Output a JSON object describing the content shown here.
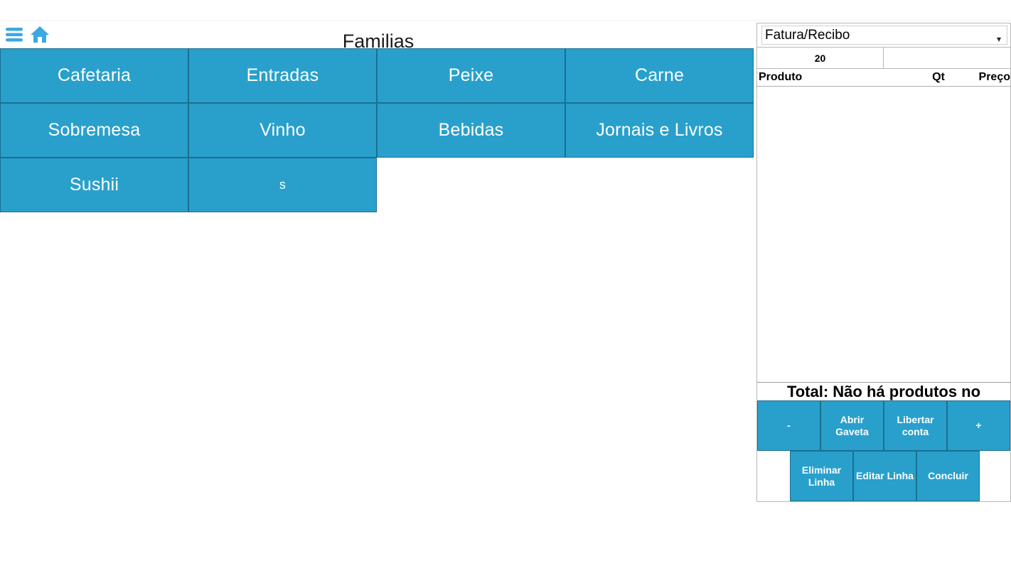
{
  "header": {
    "menu_icon": "hamburger-menu-icon",
    "home_icon": "home-icon",
    "title": "Familias",
    "icon_color": "#3ba9e0"
  },
  "families": {
    "accent_color": "#29a0cc",
    "border_color": "#1b6f8f",
    "items": [
      {
        "label": "Cafetaria",
        "small": false
      },
      {
        "label": "Entradas",
        "small": false
      },
      {
        "label": "Peixe",
        "small": false
      },
      {
        "label": "Carne",
        "small": false
      },
      {
        "label": "Sobremesa",
        "small": false
      },
      {
        "label": "Vinho",
        "small": false
      },
      {
        "label": "Bebidas",
        "small": false
      },
      {
        "label": "Jornais e Livros",
        "small": false
      },
      {
        "label": "Sushii",
        "small": false
      },
      {
        "label": "s",
        "small": true
      }
    ]
  },
  "order_panel": {
    "document_type": {
      "selected": "Fatura/Recibo",
      "options": [
        "Fatura/Recibo"
      ]
    },
    "meta": {
      "table_number": "20",
      "right_cell": ""
    },
    "columns": {
      "produto": "Produto",
      "qt": "Qt",
      "preco": "Preço"
    },
    "rows": [],
    "total_text": "Total: Não há produtos no",
    "actions_row1": [
      {
        "label": "-",
        "name": "decrement-quantity-button",
        "blank": false
      },
      {
        "label": "Abrir Gaveta",
        "name": "open-drawer-button",
        "blank": false
      },
      {
        "label": "Libertar conta",
        "name": "release-account-button",
        "blank": false
      },
      {
        "label": "+",
        "name": "increment-quantity-button",
        "blank": false
      }
    ],
    "actions_row2": [
      {
        "label": "",
        "name": "blank-cell-left",
        "blank": true
      },
      {
        "label": "Eliminar Linha",
        "name": "delete-line-button",
        "blank": false
      },
      {
        "label": "Editar Linha",
        "name": "edit-line-button",
        "blank": false
      },
      {
        "label": "Concluir",
        "name": "finish-button",
        "blank": false
      },
      {
        "label": "",
        "name": "blank-cell-right",
        "blank": true
      }
    ]
  }
}
